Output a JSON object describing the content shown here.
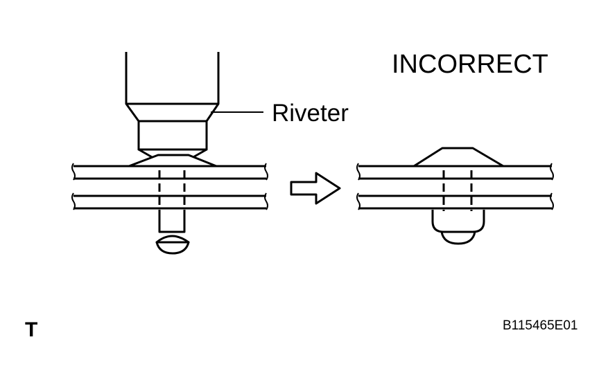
{
  "labels": {
    "status": "INCORRECT",
    "tool": "Riveter",
    "corner_mark": "T",
    "figure_code": "B115465E01"
  },
  "icons": {
    "process_arrow": "right-arrow-icon"
  }
}
